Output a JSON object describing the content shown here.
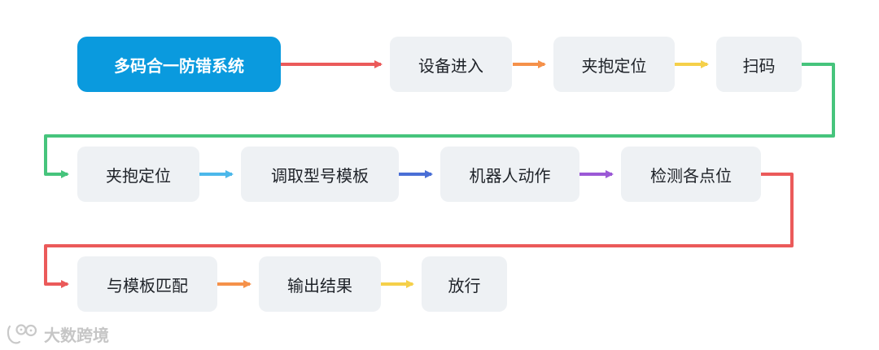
{
  "title_node": "多码合一防错系统",
  "steps": [
    "设备进入",
    "夹抱定位",
    "扫码",
    "夹抱定位",
    "调取型号模板",
    "机器人动作",
    "检测各点位",
    "与模板匹配",
    "输出结果",
    "放行"
  ],
  "colors": {
    "primary_node": "#0a9ade",
    "node_bg": "#eef1f4",
    "node_text": "#1f2329",
    "red": "#eb5a5a",
    "orange": "#f5914a",
    "yellow": "#f5d04a",
    "green": "#46c47c",
    "light_blue": "#4cb8ea",
    "blue": "#4a6fd6",
    "purple": "#9b59d6"
  },
  "watermark": {
    "text": "大数跨境",
    "icon": "wechat-logo-icon"
  }
}
